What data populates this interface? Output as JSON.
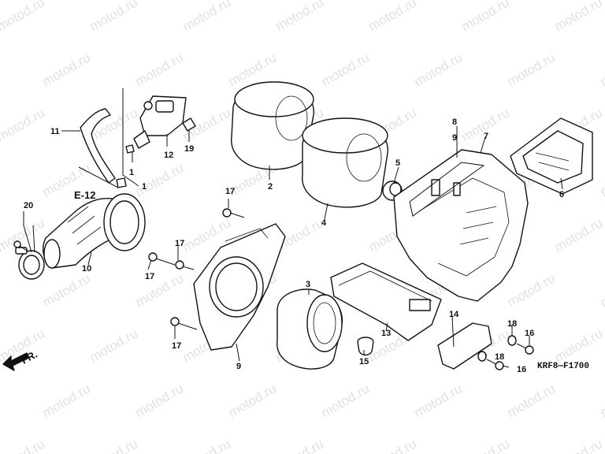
{
  "labels": {
    "front": "FR.",
    "ref": "E-12",
    "code": "KRF8—F1700"
  },
  "watermark": "motod.ru",
  "callouts": [
    "11",
    "1",
    "12",
    "19",
    "1",
    "20",
    "10",
    "2",
    "4",
    "5",
    "8",
    "9",
    "7",
    "6",
    "17",
    "17",
    "17",
    "17",
    "9",
    "3",
    "13",
    "15",
    "14",
    "18",
    "16",
    "18",
    "16"
  ]
}
